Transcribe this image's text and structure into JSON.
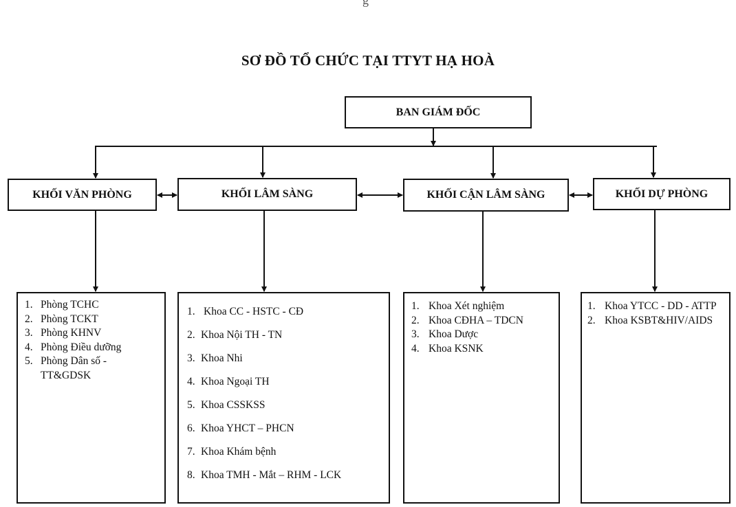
{
  "page_fragment": "g",
  "title": "SƠ ĐỒ TỔ CHỨC TẠI TTYT HẠ HOÀ",
  "top": {
    "label": "BAN GIÁM ĐỐC"
  },
  "blocks": [
    {
      "label": "KHỐI VĂN PHÒNG",
      "items": [
        {
          "num": "1.",
          "text": "Phòng TCHC"
        },
        {
          "num": "2.",
          "text": "Phòng TCKT"
        },
        {
          "num": "3.",
          "text": "Phòng KHNV"
        },
        {
          "num": "4.",
          "text": "Phòng Điều dưỡng"
        },
        {
          "num": "5.",
          "text": "Phòng Dân số - TT&GDSK"
        }
      ]
    },
    {
      "label": "KHỐI LÂM SÀNG",
      "items": [
        {
          "num": "1.",
          "text": "Khoa CC - HSTC - CĐ"
        },
        {
          "num": "2.",
          "text": "Khoa Nội TH - TN"
        },
        {
          "num": "3.",
          "text": "Khoa Nhi"
        },
        {
          "num": "4.",
          "text": "Khoa Ngoại TH"
        },
        {
          "num": "5.",
          "text": "Khoa CSSKSS"
        },
        {
          "num": "6.",
          "text": "Khoa YHCT – PHCN"
        },
        {
          "num": "7.",
          "text": "Khoa Khám bệnh"
        },
        {
          "num": "8.",
          "text": "Khoa TMH - Mắt – RHM - LCK"
        }
      ]
    },
    {
      "label": "KHỐI CẬN LÂM SÀNG",
      "items": [
        {
          "num": "1.",
          "text": "Khoa Xét nghiệm"
        },
        {
          "num": "2.",
          "text": "Khoa CĐHA – TDCN"
        },
        {
          "num": "3.",
          "text": "Khoa Dược"
        },
        {
          "num": "4.",
          "text": "Khoa KSNK"
        }
      ]
    },
    {
      "label": "KHỐI DỰ PHÒNG",
      "items": [
        {
          "num": "1.",
          "text": "Khoa YTCC - DD - ATTP"
        },
        {
          "num": "2.",
          "text": "Khoa KSBT&HIV/AIDS"
        }
      ]
    }
  ],
  "colors": {
    "line": "#111111",
    "background": "#ffffff"
  }
}
